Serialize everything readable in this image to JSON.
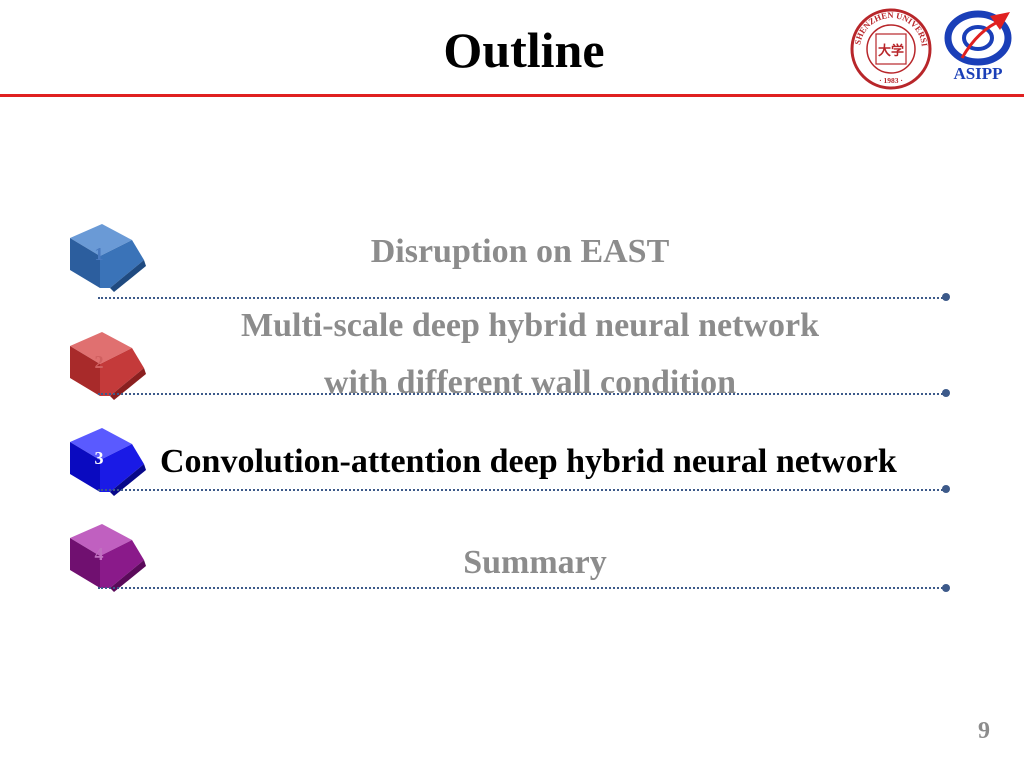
{
  "slide": {
    "title": "Outline",
    "page_number": "9"
  },
  "logos": {
    "asipp_label": "ASIPP",
    "szu_ring_text": "SHENZHEN UNIVERSITY",
    "szu_year": "· 1983 ·",
    "szu_center_chars": "大学"
  },
  "outline": {
    "items": [
      {
        "number": "1",
        "text_lines": [
          "Disruption on EAST"
        ],
        "active": false,
        "cube_color": "#3a73b8"
      },
      {
        "number": "2",
        "text_lines": [
          "Multi-scale deep hybrid neural network",
          "with different wall condition"
        ],
        "active": false,
        "cube_color": "#c43a3a"
      },
      {
        "number": "3",
        "text_lines": [
          "Convolution-attention deep hybrid neural network"
        ],
        "active": true,
        "cube_color": "#1a1ae6"
      },
      {
        "number": "4",
        "text_lines": [
          "Summary"
        ],
        "active": false,
        "cube_color": "#8a1a8a"
      }
    ]
  },
  "colors": {
    "title_rule": "#e02020",
    "dotted_line": "#3d5a8a",
    "inactive_text": "#8c8c8c",
    "active_text": "#000000"
  }
}
